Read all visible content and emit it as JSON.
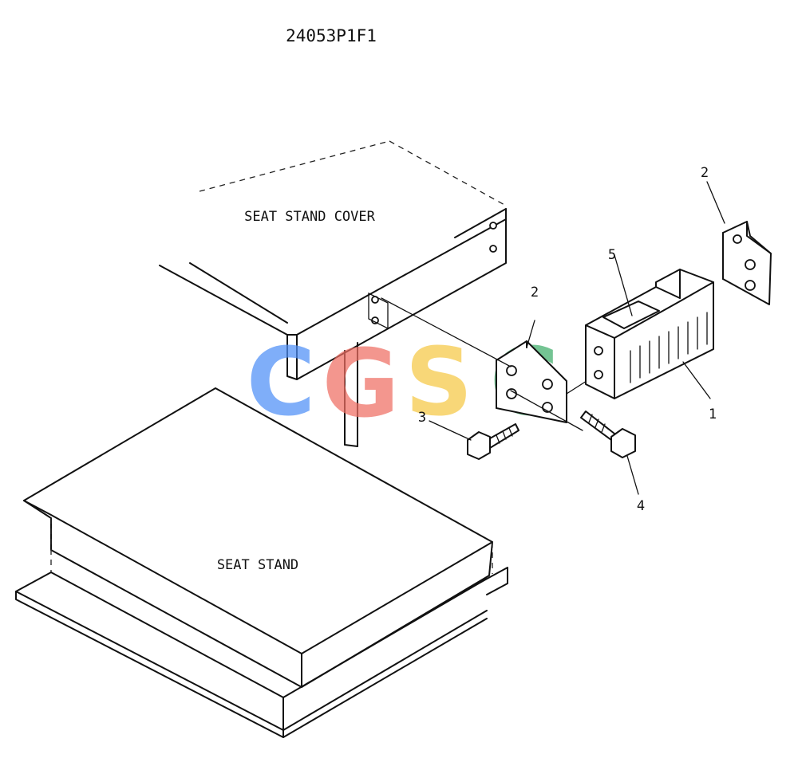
{
  "drawing_id": "24053P1F1",
  "labels": {
    "seat_stand_cover": "SEAT STAND COVER",
    "seat_stand": "SEAT STAND"
  },
  "callouts": {
    "part_1": "1",
    "part_2_upper": "2",
    "part_2_lower": "2",
    "part_3": "3",
    "part_4": "4",
    "part_5": "5"
  },
  "watermark": {
    "letters": [
      "C",
      "G",
      "S",
      "C"
    ],
    "colors": [
      "#4f8ff7",
      "#ef6f63",
      "#f6c945",
      "#3fae6a"
    ]
  }
}
